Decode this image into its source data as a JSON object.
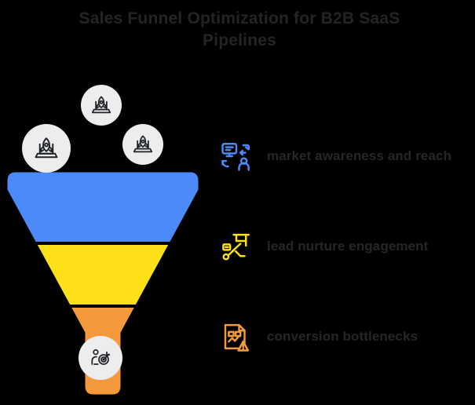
{
  "slide": {
    "background_color": "#000000",
    "title": {
      "line1": "Sales Funnel Optimization for B2B SaaS",
      "line2": "Pipelines",
      "color": "#242424"
    }
  },
  "funnel": {
    "bands": [
      {
        "name": "awareness",
        "color": "#4D8AF9",
        "label": ""
      },
      {
        "name": "consideration",
        "color": "#FDE017",
        "label": ""
      },
      {
        "name": "conversion",
        "color": "#F59A3C",
        "label": ""
      }
    ],
    "stem_color": "#F59A3C",
    "outline_color": "#000000"
  },
  "badges": [
    {
      "name": "badge-left",
      "icon": "rocket-laptop-icon",
      "circle_color": "#EDEDED",
      "icon_color": "#1F2328"
    },
    {
      "name": "badge-top",
      "icon": "rocket-laptop-icon",
      "circle_color": "#EDEDED",
      "icon_color": "#1F2328"
    },
    {
      "name": "badge-right",
      "icon": "rocket-laptop-icon",
      "circle_color": "#EDEDED",
      "icon_color": "#1F2328"
    },
    {
      "name": "badge-bottom",
      "icon": "person-target-icon",
      "circle_color": "#EDEDED",
      "icon_color": "#1F2328"
    }
  ],
  "legend": {
    "items": [
      {
        "icon": "presentation-team-icon",
        "icon_color": "#4D8AF9",
        "label": "market awareness and reach",
        "label_color": "#262626"
      },
      {
        "icon": "analytics-growth-icon",
        "icon_color": "#FDE017",
        "label": "lead nurture engagement",
        "label_color": "#262626"
      },
      {
        "icon": "report-alert-icon",
        "icon_color": "#F59A3C",
        "label": "conversion bottlenecks",
        "label_color": "#262626"
      }
    ]
  }
}
